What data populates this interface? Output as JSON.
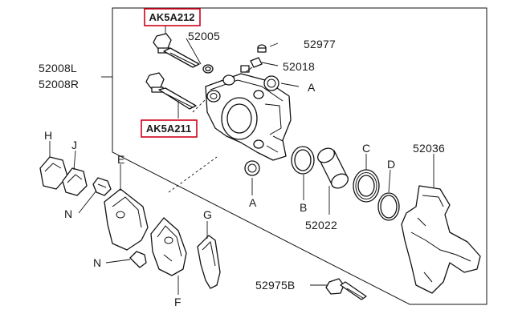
{
  "labels": {
    "ak5a212": "AK5A212",
    "ak5a211": "AK5A211",
    "p52005": "52005",
    "p52977": "52977",
    "p52018": "52018",
    "p52008l": "52008L",
    "p52008r": "52008R",
    "a_top": "A",
    "a_bottom": "A",
    "h": "H",
    "j": "J",
    "e": "E",
    "n_top": "N",
    "n_bottom": "N",
    "g": "G",
    "f": "F",
    "b": "B",
    "c": "C",
    "d": "D",
    "p52036": "52036",
    "p52022": "52022",
    "p52975b": "52975B"
  },
  "colors": {
    "highlight_border": "#d0021b",
    "line": "#111111"
  }
}
